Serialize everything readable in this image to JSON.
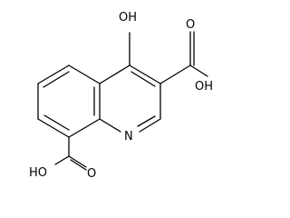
{
  "molecule": {
    "atoms": {
      "hydroxyl": "OH",
      "acid_oh_right": "OH",
      "acid_o_right": "O",
      "ring_nitrogen": "N",
      "acid_oh_left": "HO",
      "acid_o_left": "O"
    }
  }
}
